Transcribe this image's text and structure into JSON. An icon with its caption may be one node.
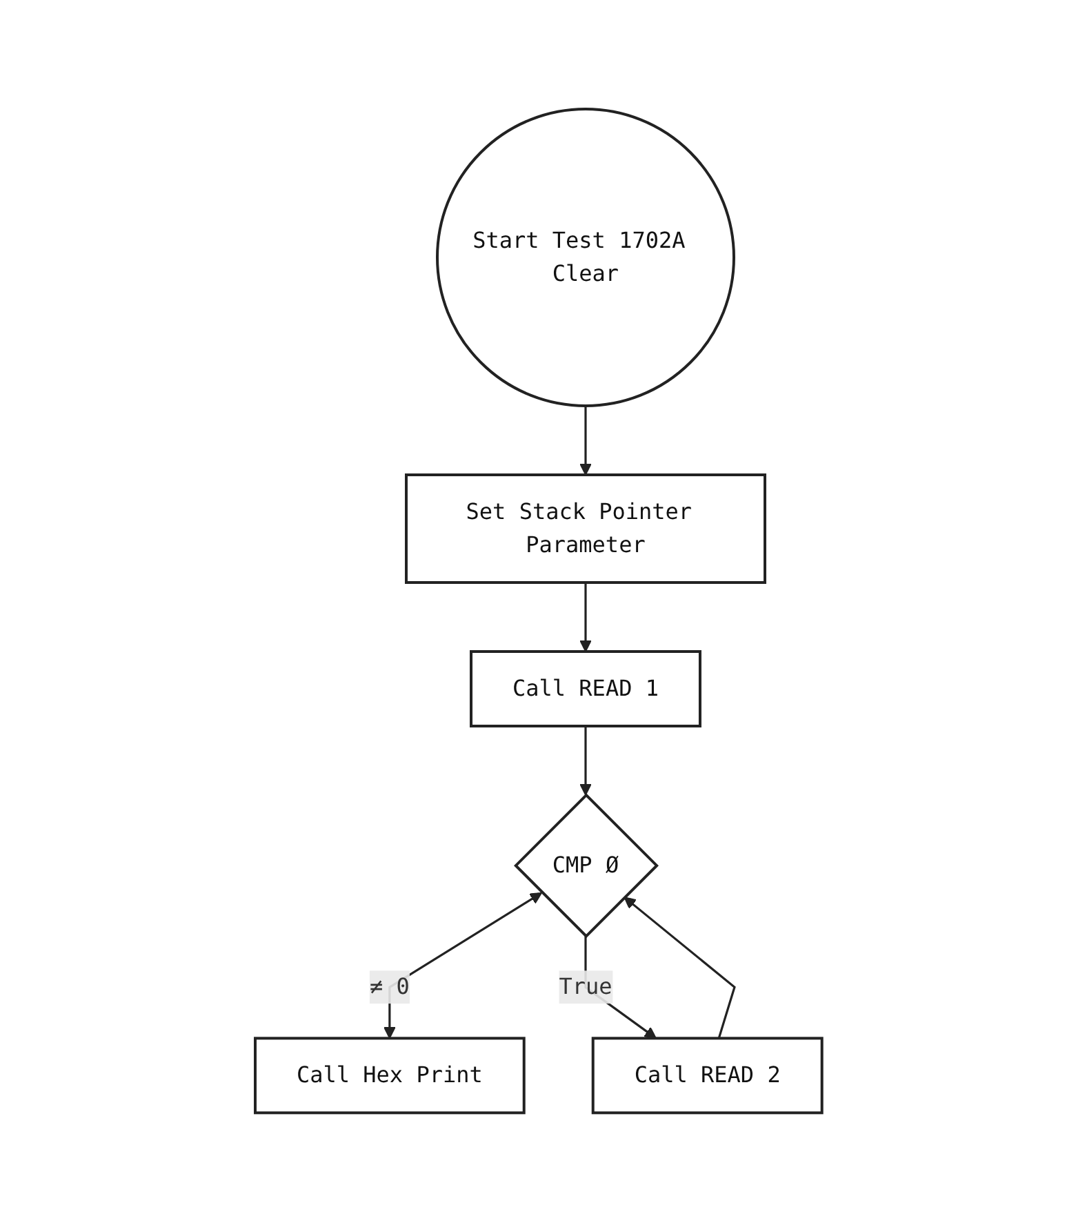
{
  "diagram": {
    "nodes": [
      {
        "text": [
          "Start Test 1702A Clear"
        ]
      },
      {
        "text": [
          "Set Stack Pointer Parameter"
        ]
      },
      {
        "text": [
          "Call READ 1"
        ]
      },
      {
        "text": [
          "CMP Ø"
        ]
      },
      {
        "text": [
          "Call Hex Print"
        ]
      },
      {
        "text": [
          "Call READ 2"
        ]
      }
    ],
    "edges": [
      {
        "from": 0,
        "to": 1,
        "arrow": "to"
      },
      {
        "from": 1,
        "to": 2,
        "arrow": "to"
      },
      {
        "from": 2,
        "to": 3,
        "arrow": "to"
      },
      {
        "from": 3,
        "to": 4,
        "arrow": "both",
        "label": "≠ 0"
      },
      {
        "from": 3,
        "to": 5,
        "arrow": "to",
        "label": "True"
      },
      {
        "from": 5,
        "to": 3,
        "arrow": "to"
      }
    ]
  }
}
